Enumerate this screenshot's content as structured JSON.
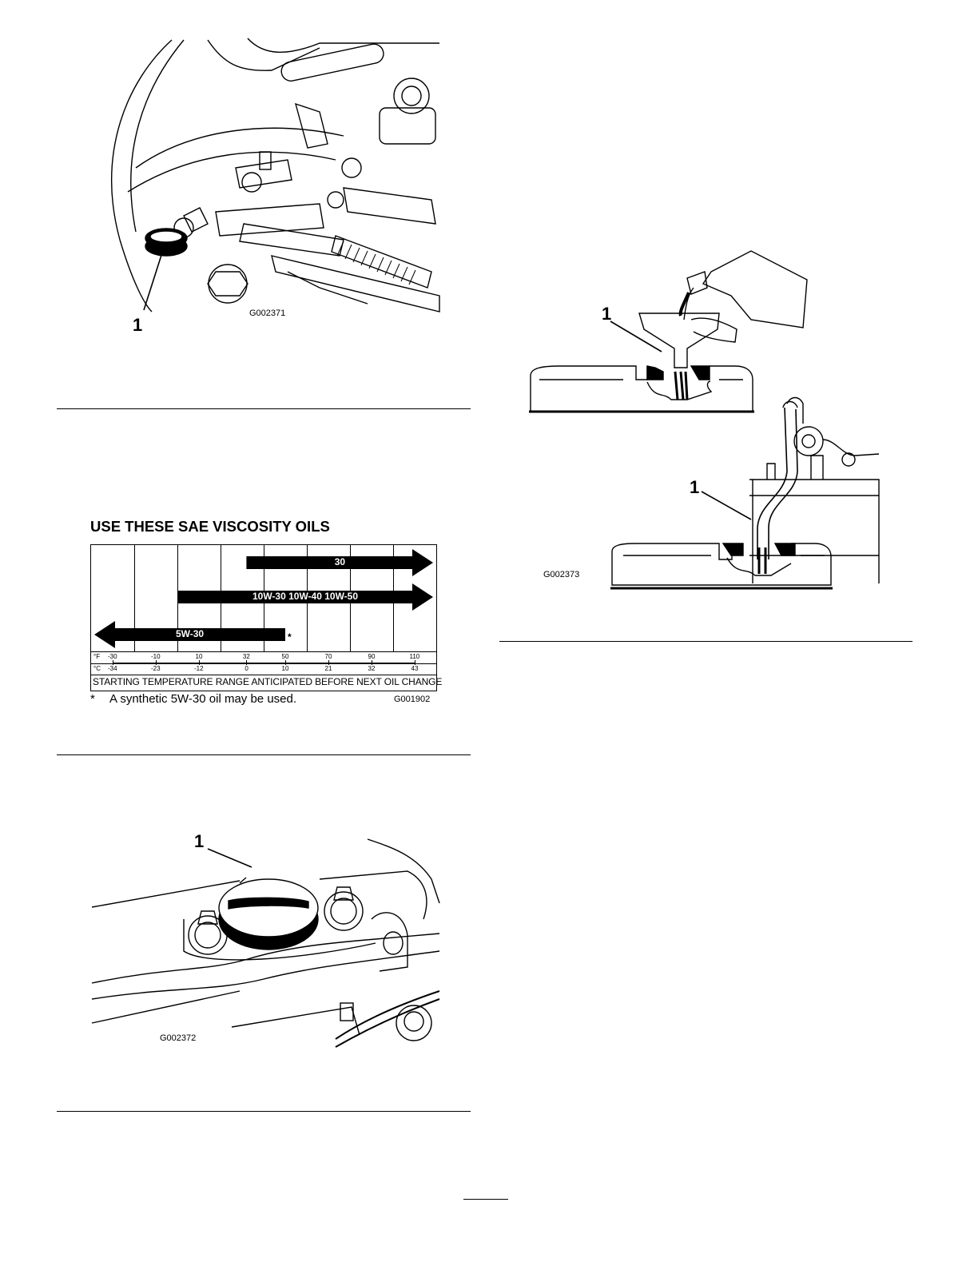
{
  "figures": {
    "oil_drain_plug": {
      "code": "G002371",
      "callout": "1"
    },
    "oil_fill_cap": {
      "code": "G002372",
      "callout": "1"
    },
    "oil_change_methods": {
      "code": "G002373",
      "callouts": [
        "1",
        "1"
      ]
    }
  },
  "viscosity_chart": {
    "code": "G001902",
    "footnote_marker": "*",
    "footnote_text": "A synthetic 5W-30 oil may be used.",
    "chart_data": {
      "type": "range-bar",
      "title": "USE THESE SAE VISCOSITY OILS",
      "xlabel": "STARTING TEMPERATURE RANGE ANTICIPATED BEFORE NEXT OIL CHANGE",
      "fahrenheit_unit": "°F",
      "celsius_unit": "°C",
      "ticks_f": [
        "-30",
        "-10",
        "10",
        "32",
        "50",
        "70",
        "90",
        "110"
      ],
      "ticks_c": [
        "-34",
        "-23",
        "-12",
        "0",
        "10",
        "21",
        "32",
        "43"
      ],
      "xlim_f": [
        -40,
        120
      ],
      "series": [
        {
          "name": "30",
          "from_f": 32,
          "to_f": "open-ended"
        },
        {
          "name": "10W-30 10W-40 10W-50",
          "from_f": 0,
          "to_f": "open-ended"
        },
        {
          "name": "5W-30",
          "from_f": "open-ended",
          "to_f": 50,
          "marker": "*"
        }
      ]
    }
  }
}
